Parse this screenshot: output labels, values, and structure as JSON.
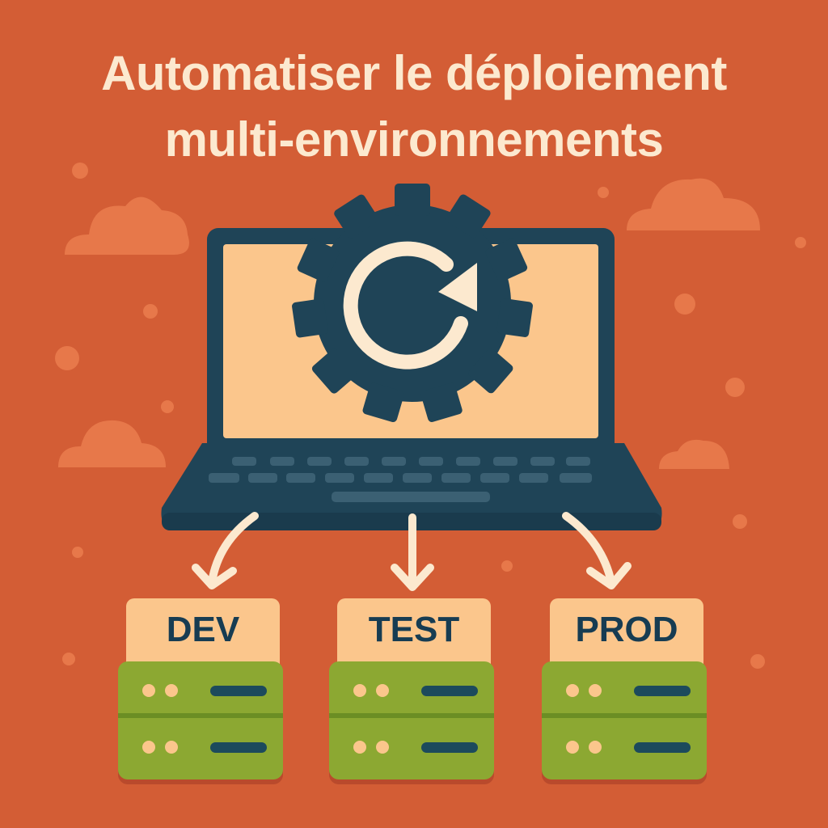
{
  "title": {
    "line1": "Automatiser le déploiement",
    "line2": "multi-environnements"
  },
  "illustration": {
    "center_icon": "gear-with-refresh-arrow-icon",
    "device": "laptop-icon"
  },
  "environments": [
    {
      "label": "DEV",
      "icon": "server-icon"
    },
    {
      "label": "TEST",
      "icon": "server-icon"
    },
    {
      "label": "PROD",
      "icon": "server-icon"
    }
  ],
  "colors": {
    "background": "#d35d35",
    "title_text": "#fce9cf",
    "navy": "#1f4457",
    "screen": "#fbc68c",
    "server_green": "#8ca832",
    "cloud": "#e7784a"
  }
}
